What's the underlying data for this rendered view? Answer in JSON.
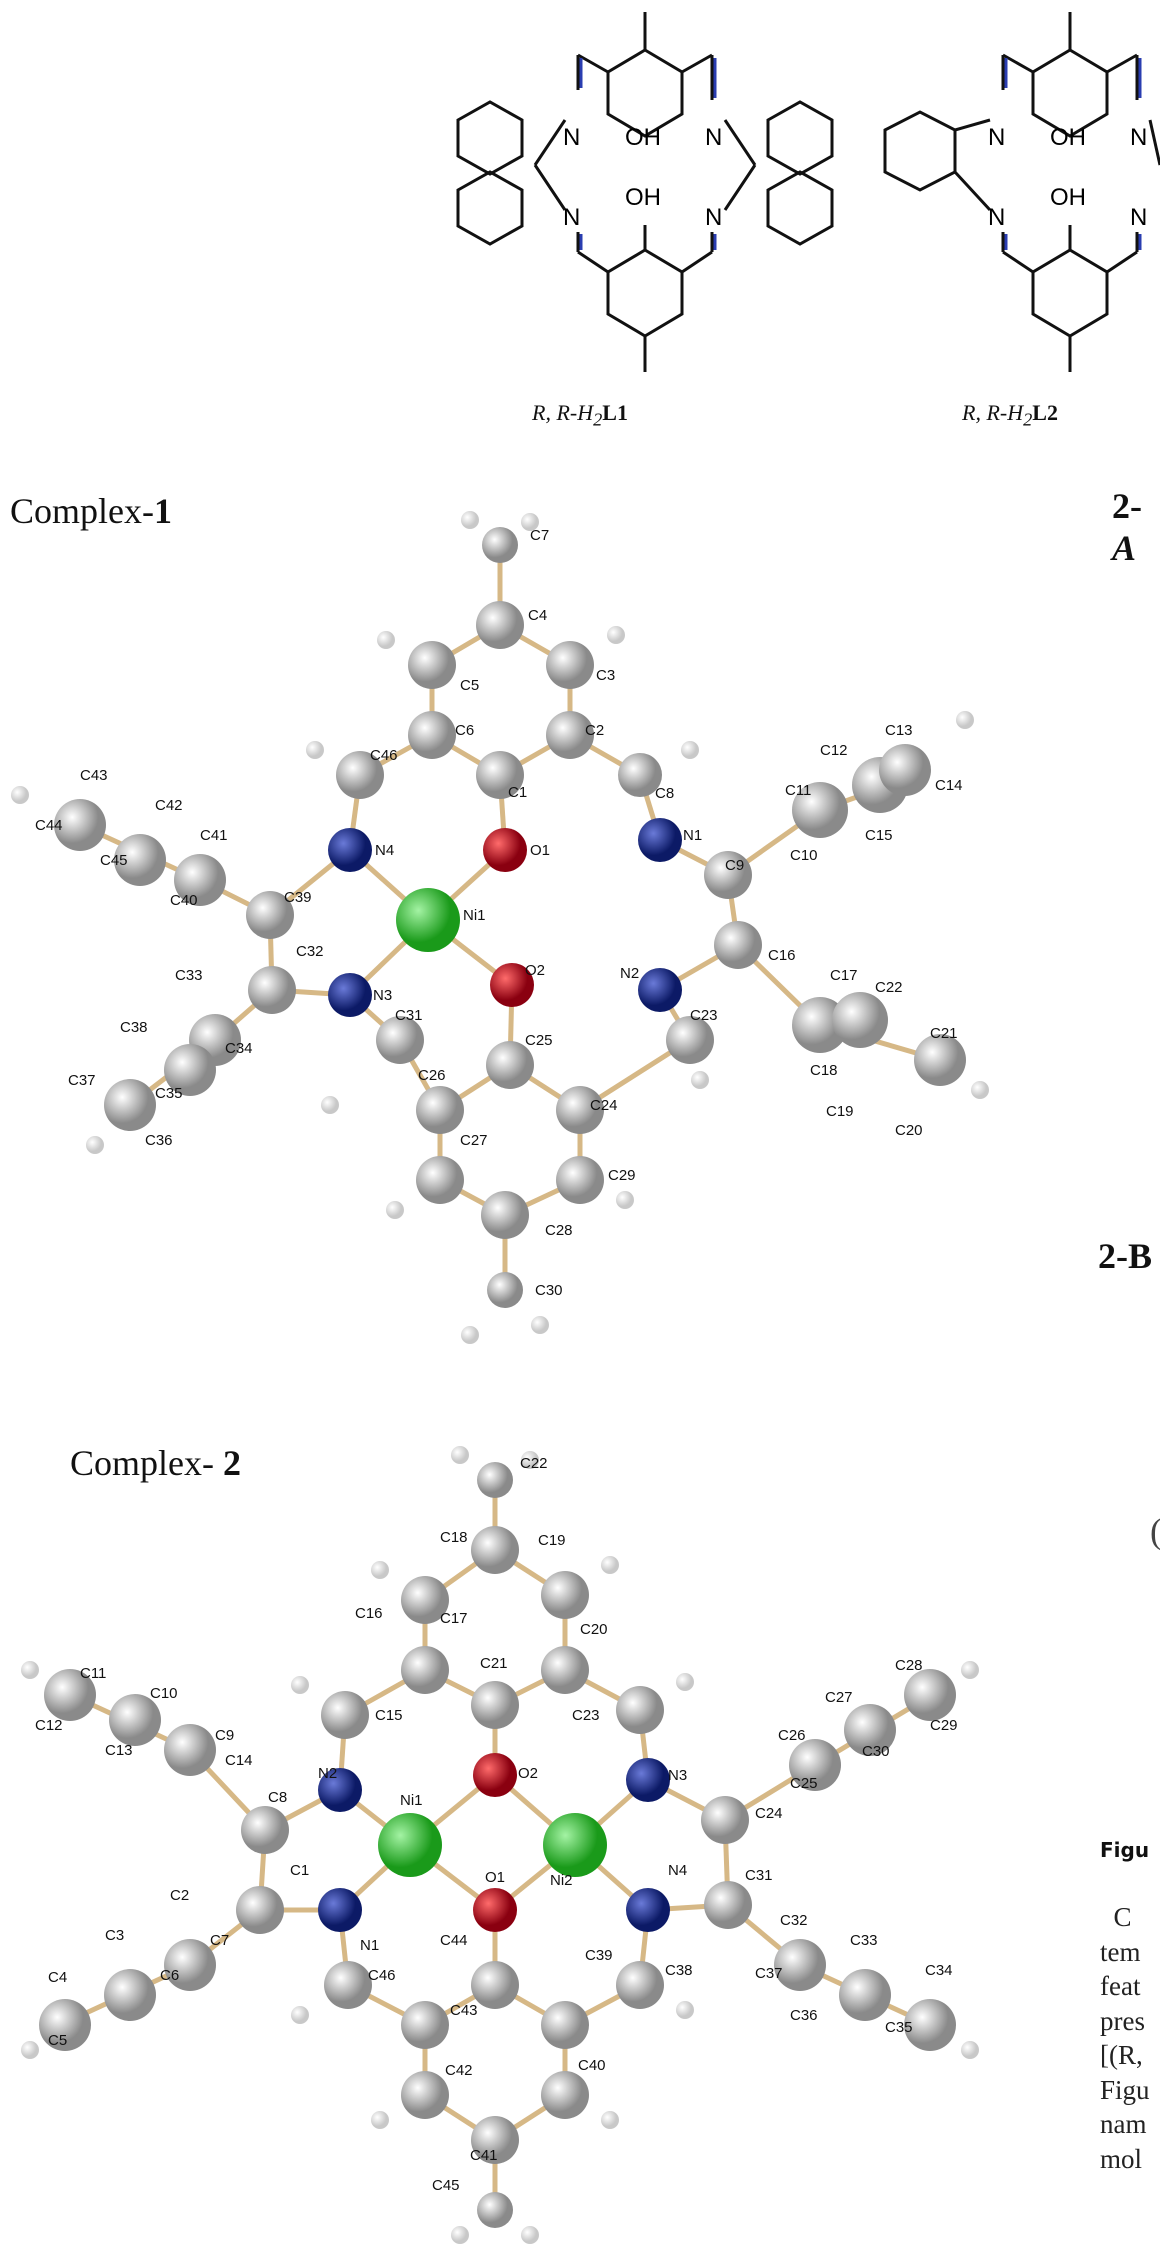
{
  "ligands": {
    "l1_caption": {
      "prefix": "R, R-H",
      "sub": "2",
      "bold": "L1"
    },
    "l2_caption": {
      "prefix": "R, R-H",
      "sub": "2",
      "bold": "L2"
    },
    "oh_label": "OH",
    "n_label": "N"
  },
  "complex1": {
    "title_prefix": "Complex-",
    "title_number": "1",
    "atom_labels": [
      "C7",
      "C4",
      "C5",
      "C3",
      "C6",
      "C2",
      "C46",
      "C1",
      "C8",
      "C12",
      "C13",
      "C11",
      "C14",
      "C15",
      "C10",
      "C43",
      "C42",
      "C41",
      "C44",
      "C45",
      "C40",
      "N4",
      "O1",
      "N1",
      "C9",
      "Ni1",
      "C39",
      "C32",
      "C33",
      "O2",
      "N2",
      "C16",
      "C17",
      "C22",
      "N3",
      "C31",
      "C25",
      "C23",
      "C21",
      "C18",
      "C38",
      "C34",
      "C35",
      "C37",
      "C36",
      "C26",
      "C24",
      "C19",
      "C20",
      "C27",
      "C29",
      "C28",
      "C30"
    ]
  },
  "complex2": {
    "title_prefix": "Complex- ",
    "title_number": "2",
    "atom_labels": [
      "C22",
      "C18",
      "C19",
      "C17",
      "C16",
      "C20",
      "C21",
      "C15",
      "C23",
      "C11",
      "C10",
      "C9",
      "C12",
      "C13",
      "C14",
      "N2",
      "O2",
      "N3",
      "C28",
      "C27",
      "C26",
      "C29",
      "C30",
      "C25",
      "C8",
      "Ni1",
      "Ni2",
      "C24",
      "C1",
      "O1",
      "N4",
      "C31",
      "C2",
      "N1",
      "C3",
      "C7",
      "C6",
      "C4",
      "C5",
      "C32",
      "C33",
      "C34",
      "C44",
      "C46",
      "C39",
      "C38",
      "C37",
      "C36",
      "C35",
      "C43",
      "C42",
      "C40",
      "C41",
      "C45"
    ]
  },
  "side": {
    "label_2a": "2-",
    "label_2a_frag": "A",
    "label_2b": "2-B",
    "fig_label": "Figu",
    "paren": "(",
    "text_lines": [
      "  C",
      "tem",
      "feat",
      "pres",
      "[(R,",
      "Figu",
      "nam",
      "mol"
    ]
  }
}
